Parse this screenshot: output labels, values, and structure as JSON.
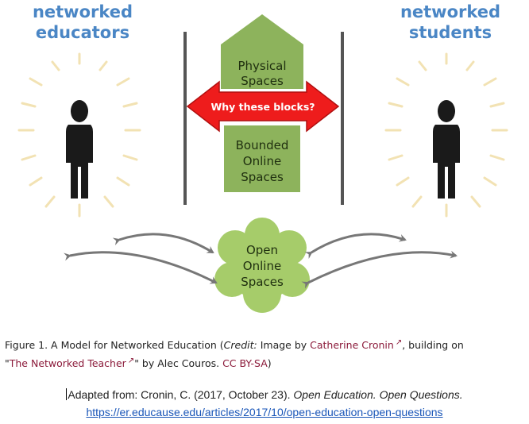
{
  "diagram": {
    "left_heading": [
      "networked",
      "educators"
    ],
    "right_heading": [
      "networked",
      "students"
    ],
    "physical_spaces": [
      "Physical",
      "Spaces"
    ],
    "bounded_spaces": [
      "Bounded",
      "Online",
      "Spaces"
    ],
    "open_spaces": [
      "Open",
      "Online",
      "Spaces"
    ],
    "arrow_label": "Why these blocks?",
    "colors": {
      "heading": "#4a86c5",
      "block_green": "#8db35c",
      "cloud_green": "#a6cc6a",
      "arrow_red": "#ee1c1c",
      "figure": "#1a1a1a",
      "rays": "#f2e2b3",
      "wall": "#555555"
    }
  },
  "caption": {
    "part1": "Figure 1. A Model for Networked Education (",
    "credit": "Credit:",
    "part2": " Image by ",
    "author": "Catherine Cronin",
    "part3": ", building on",
    "quote_open": "\"",
    "teacher": "The Networked Teacher",
    "part4": "\" by Alec Couros. ",
    "license": "CC BY-SA",
    "part5": ")"
  },
  "attribution": {
    "prefix": "Adapted from: Cronin, C. (2017, October 23). ",
    "title": "Open Education. Open Questions.",
    "url": "https://er.educause.edu/articles/2017/10/open-education-open-questions"
  }
}
